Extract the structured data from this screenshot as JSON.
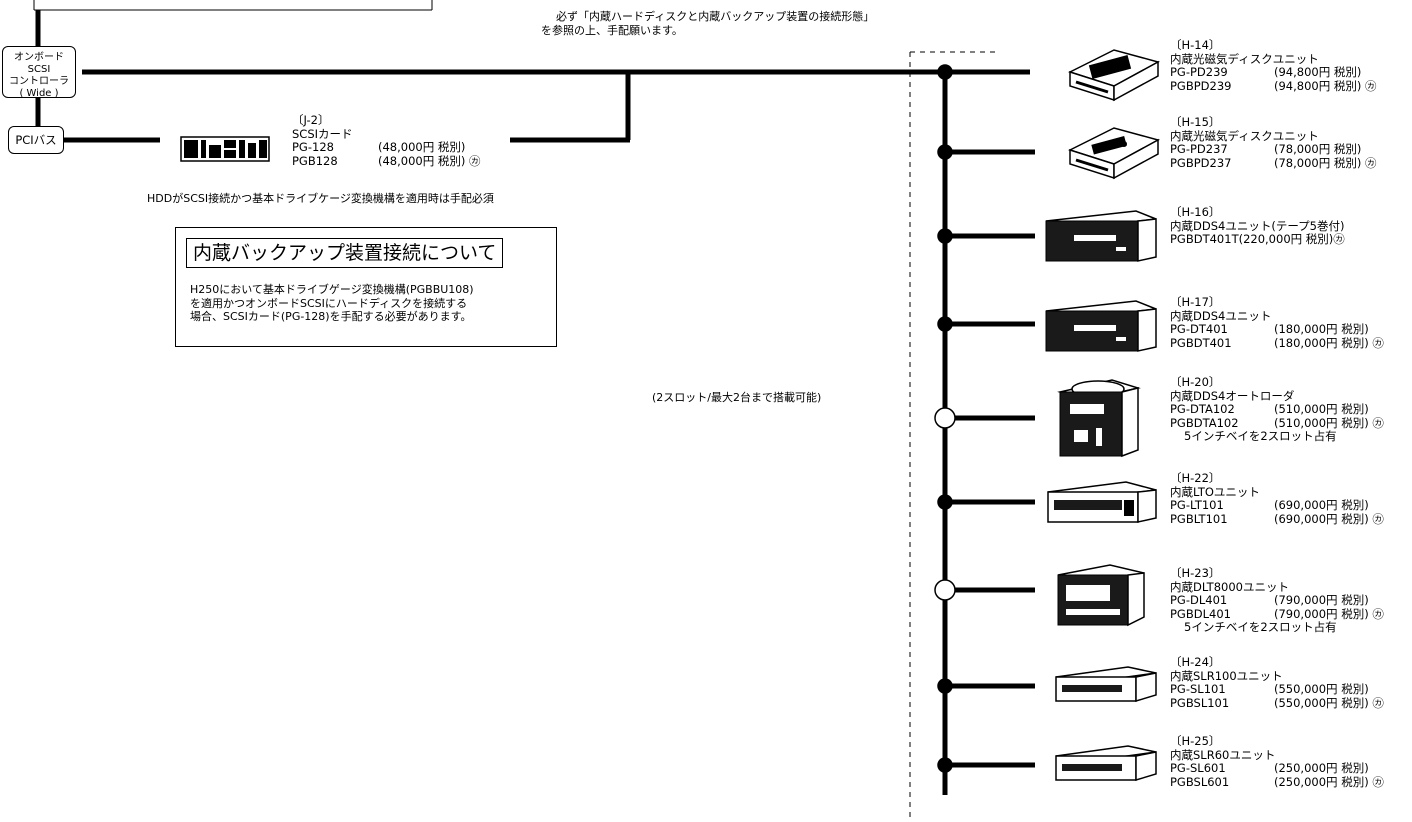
{
  "header_note_line1": "必ず「内蔵ハードディスクと内蔵バックアップ装置の接続形態」",
  "header_note_line2": "を参照の上、手配願います。",
  "onboard_tag": [
    "オンボードSCSI",
    "コントローラ",
    "( Wide )"
  ],
  "pci_tag": "PCIバス",
  "scsi_card": {
    "code": "〔J-2〕",
    "name": "SCSIカード",
    "rows": [
      {
        "model": "PG-128",
        "price": "(48,000円 税別)"
      },
      {
        "model": "PGB128",
        "price": "(48,000円 税別) ㋕"
      }
    ]
  },
  "hdd_note": "HDDがSCSI接続かつ基本ドライブケージ変換機構を適用時は手配必須",
  "info_box": {
    "title": "内蔵バックアップ装置接続について",
    "lines": [
      "H250において基本ドライブゲージ変換機構(PGBBU108)",
      "を適用かつオンボードSCSIにハードディスクを接続する",
      "場合、SCSIカード(PG-128)を手配する必要があります。"
    ]
  },
  "slot_note": "(2スロット/最大2台まで搭載可能)",
  "products": [
    {
      "code": "〔H-14〕",
      "name": "内蔵光磁気ディスクユニット",
      "rows": [
        {
          "model": "PG-PD239",
          "price": "(94,800円 税別)"
        },
        {
          "model": "PGBPD239",
          "price": "(94,800円 税別) ㋕"
        }
      ],
      "extra": ""
    },
    {
      "code": "〔H-15〕",
      "name": "内蔵光磁気ディスクユニット",
      "rows": [
        {
          "model": "PG-PD237",
          "price": "(78,000円 税別)"
        },
        {
          "model": "PGBPD237",
          "price": "(78,000円 税別) ㋕"
        }
      ],
      "extra": ""
    },
    {
      "code": "〔H-16〕",
      "name": "内蔵DDS4ユニット(テープ5巻付)",
      "rows": [
        {
          "model": "PGBDT401T(220,000円 税別)㋕",
          "price": ""
        }
      ],
      "extra": ""
    },
    {
      "code": "〔H-17〕",
      "name": "内蔵DDS4ユニット",
      "rows": [
        {
          "model": "PG-DT401",
          "price": "(180,000円 税別)"
        },
        {
          "model": "PGBDT401",
          "price": "(180,000円 税別) ㋕"
        }
      ],
      "extra": ""
    },
    {
      "code": "〔H-20〕",
      "name": "内蔵DDS4オートローダ",
      "rows": [
        {
          "model": "PG-DTA102",
          "price": "(510,000円 税別)"
        },
        {
          "model": "PGBDTA102",
          "price": "(510,000円 税別) ㋕"
        }
      ],
      "extra": "5インチベイを2スロット占有"
    },
    {
      "code": "〔H-22〕",
      "name": "内蔵LTOユニット",
      "rows": [
        {
          "model": "PG-LT101",
          "price": "(690,000円 税別)"
        },
        {
          "model": "PGBLT101",
          "price": "(690,000円 税別) ㋕"
        }
      ],
      "extra": ""
    },
    {
      "code": "〔H-23〕",
      "name": "内蔵DLT8000ユニット",
      "rows": [
        {
          "model": "PG-DL401",
          "price": "(790,000円 税別)"
        },
        {
          "model": "PGBDL401",
          "price": "(790,000円 税別) ㋕"
        }
      ],
      "extra": "5インチベイを2スロット占有"
    },
    {
      "code": "〔H-24〕",
      "name": "内蔵SLR100ユニット",
      "rows": [
        {
          "model": "PG-SL101",
          "price": "(550,000円 税別)"
        },
        {
          "model": "PGBSL101",
          "price": "(550,000円 税別) ㋕"
        }
      ],
      "extra": ""
    },
    {
      "code": "〔H-25〕",
      "name": "内蔵SLR60ユニット",
      "rows": [
        {
          "model": "PG-SL601",
          "price": "(250,000円 税別)"
        },
        {
          "model": "PGBSL601",
          "price": "(250,000円 税別) ㋕"
        }
      ],
      "extra": ""
    }
  ],
  "bus_nodes": [
    "filled",
    "filled",
    "filled",
    "filled",
    "open",
    "filled",
    "open",
    "filled",
    "filled"
  ]
}
